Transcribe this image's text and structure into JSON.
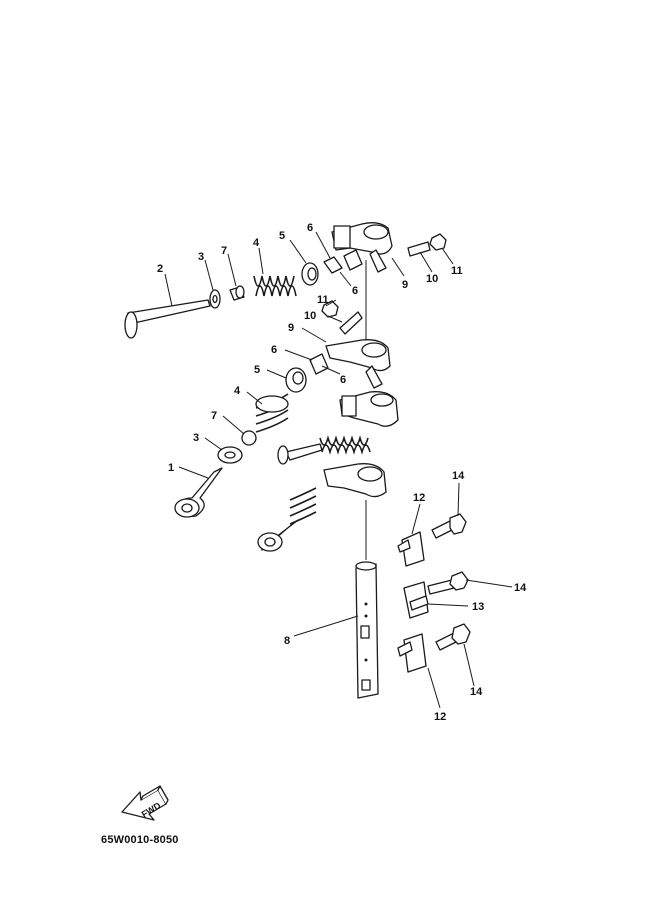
{
  "diagram": {
    "code": "65W0010-8050",
    "fwd_label": "FWD",
    "callouts": {
      "c1": "1",
      "c2": "2",
      "c3a": "3",
      "c3b": "3",
      "c4a": "4",
      "c4b": "4",
      "c5a": "5",
      "c5b": "5",
      "c6a": "6",
      "c6b": "6",
      "c6c": "6",
      "c6d": "6",
      "c7a": "7",
      "c7b": "7",
      "c8": "8",
      "c9a": "9",
      "c9b": "9",
      "c10a": "10",
      "c10b": "10",
      "c11a": "11",
      "c11b": "11",
      "c12a": "12",
      "c12b": "12",
      "c13": "13",
      "c14a": "14",
      "c14b": "14",
      "c14c": "14"
    }
  },
  "colors": {
    "ink": "#1a1a1a",
    "background": "#ffffff"
  }
}
